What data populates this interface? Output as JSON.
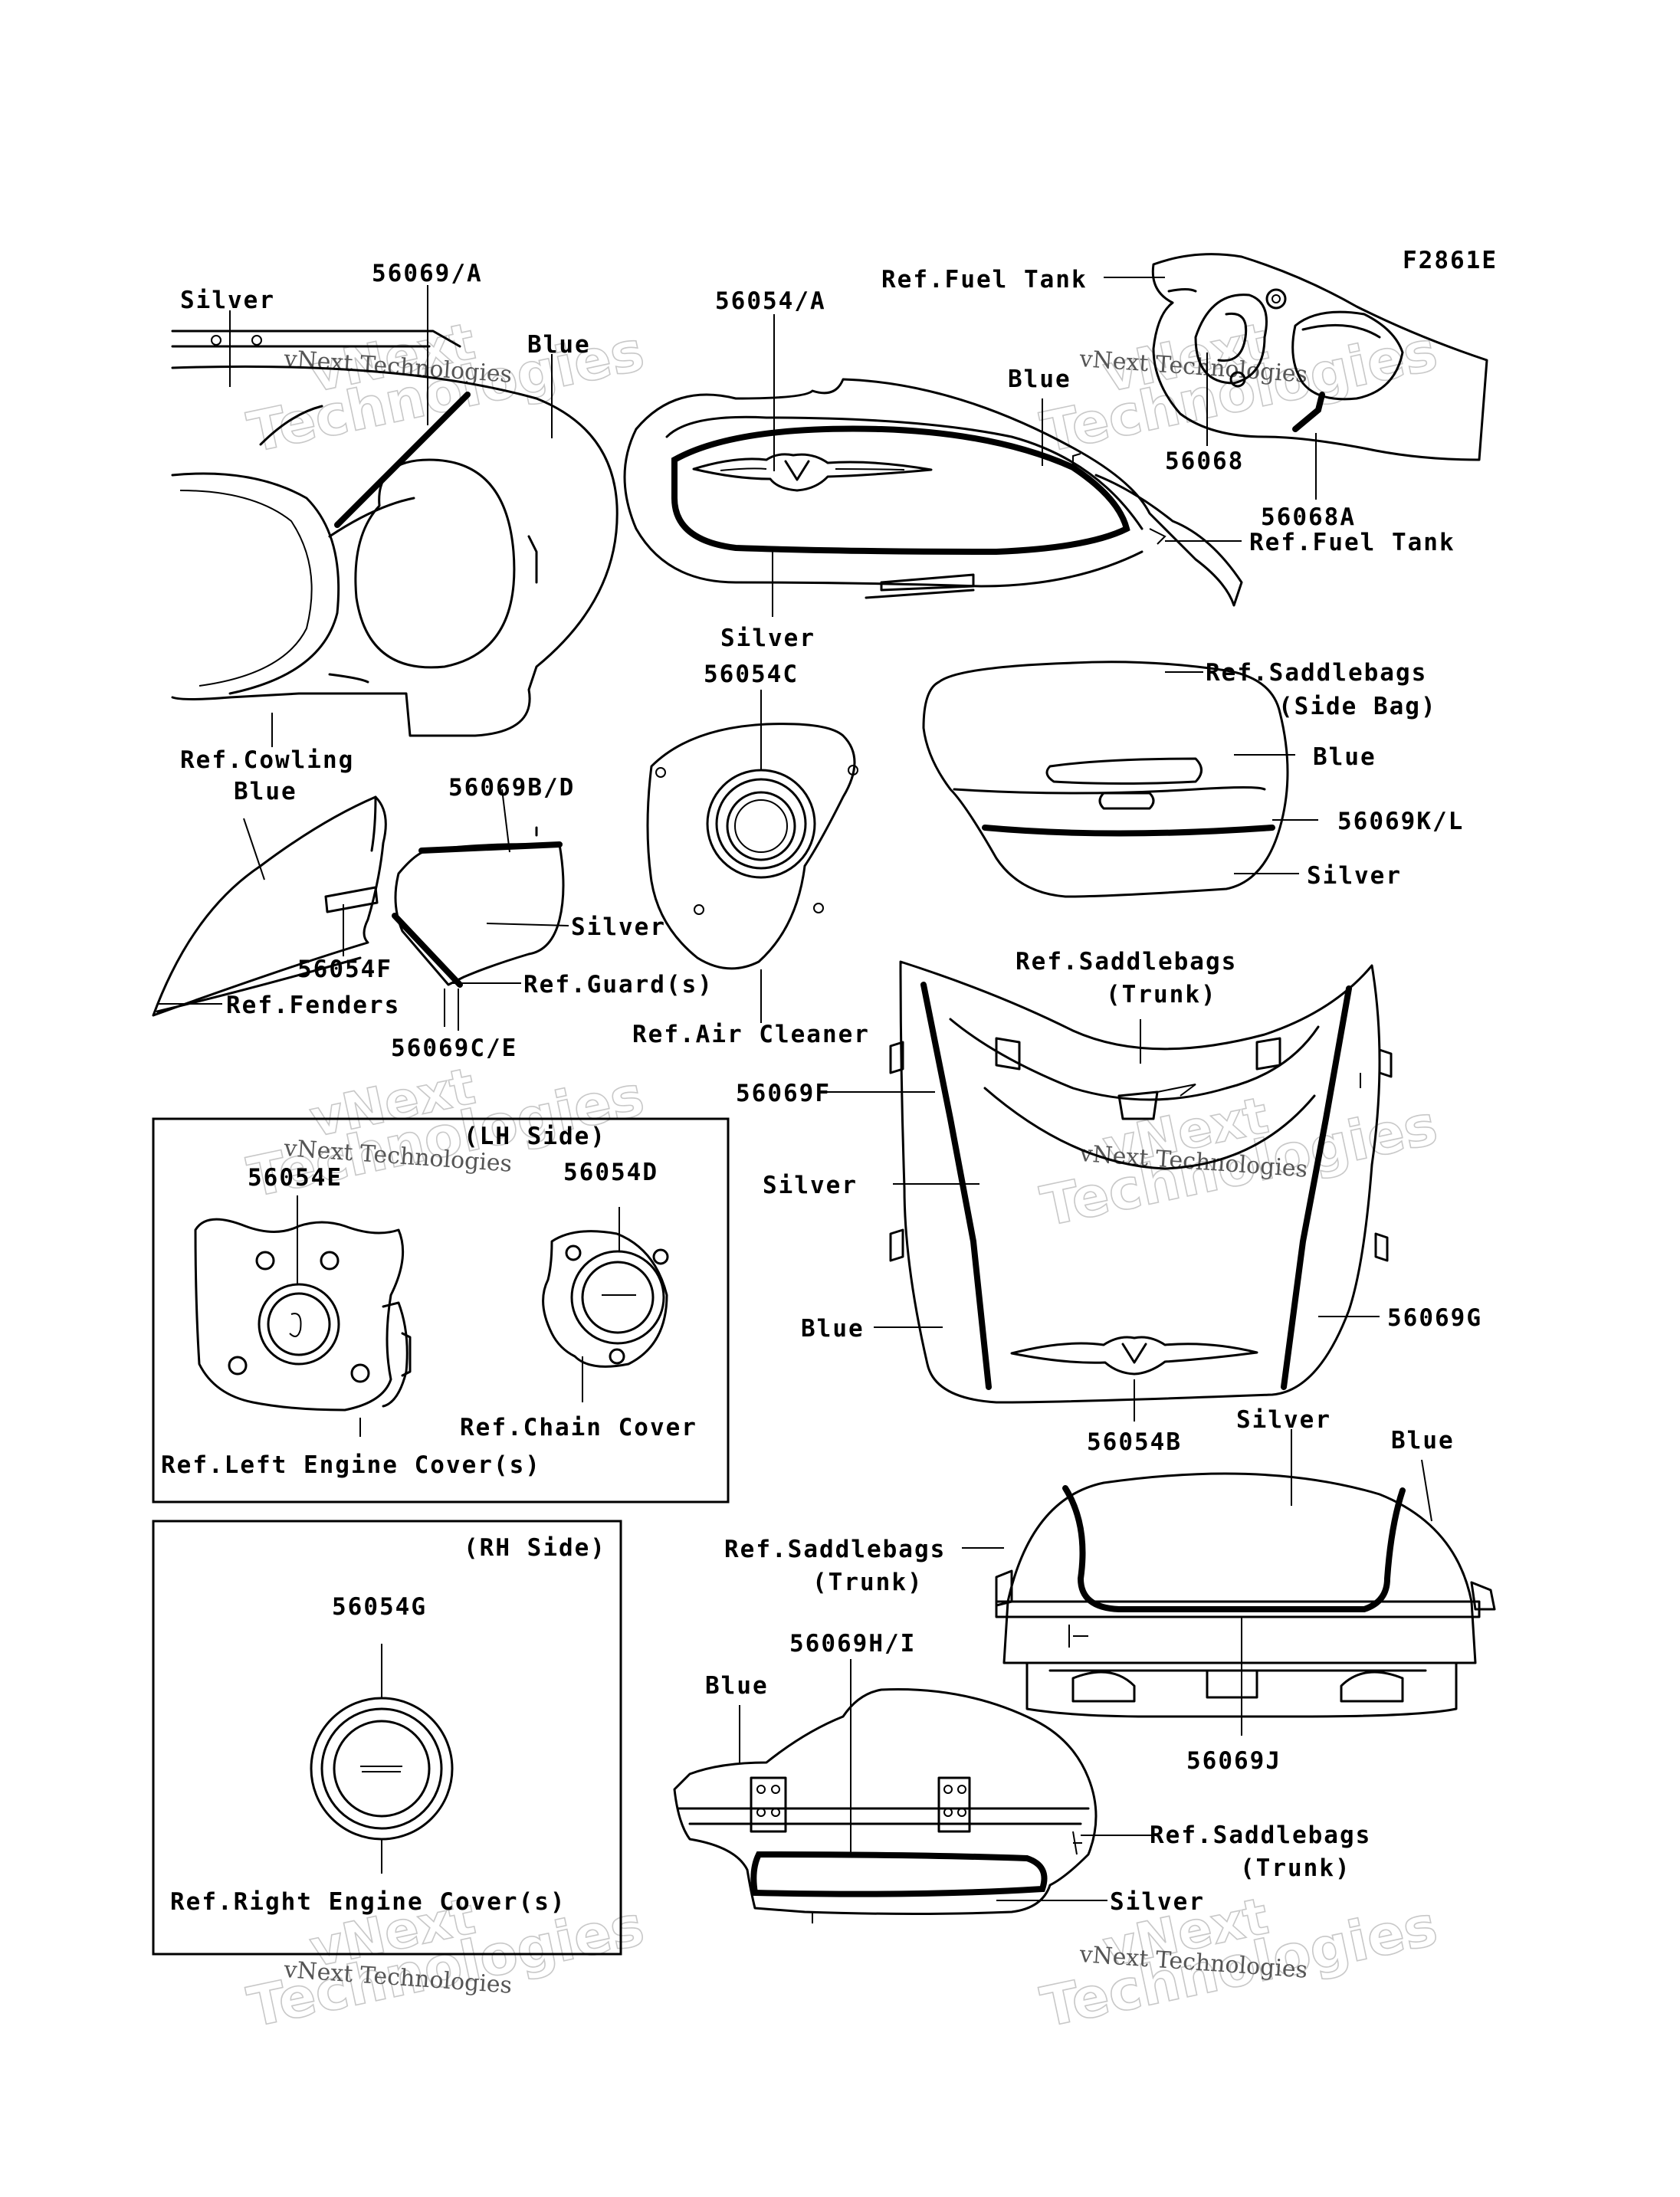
{
  "figure_code": "F2861E",
  "watermark": {
    "brand": "vNext",
    "word": "Technologies",
    "small_text": "vNext Technologies"
  },
  "sections": {
    "lh_side": "(LH Side)",
    "rh_side": "(RH Side)"
  },
  "labels": {
    "l1": "Silver",
    "l2": "56069/A",
    "l3": "Blue",
    "l4": "56054/A",
    "l5": "Ref.Fuel Tank",
    "l6": "Blue",
    "l7": "56068",
    "l8": "56068A",
    "l9": "Ref.Fuel Tank",
    "l10": "Silver",
    "l11": "56054C",
    "l12": "Ref.Saddlebags",
    "l13": "(Side Bag)",
    "l14": "Ref.Cowling",
    "l15": "Blue",
    "l16": "56069B/D",
    "l17": "Blue",
    "l18": "56069K/L",
    "l19": "Silver",
    "l20": "Silver",
    "l21": "56054F",
    "l22": "Ref.Guard(s)",
    "l23": "Ref.Fenders",
    "l24": "56069C/E",
    "l25": "Ref.Air Cleaner",
    "l26": "Ref.Saddlebags",
    "l27": "(Trunk)",
    "l28": "56069F",
    "l29": "56054E",
    "l30": "56054D",
    "l31": "Silver",
    "l32": "Blue",
    "l33": "56069G",
    "l34": "Ref.Chain Cover",
    "l35": "Ref.Left Engine Cover(s)",
    "l36": "56054B",
    "l37": "Silver",
    "l38": "Blue",
    "l39": "Ref.Saddlebags",
    "l40": "(Trunk)",
    "l41": "56054G",
    "l42": "56069H/I",
    "l43": "Blue",
    "l44": "56069J",
    "l45": "Ref.Saddlebags",
    "l46": "(Trunk)",
    "l47": "Silver",
    "l48": "Ref.Right Engine Cover(s)"
  }
}
